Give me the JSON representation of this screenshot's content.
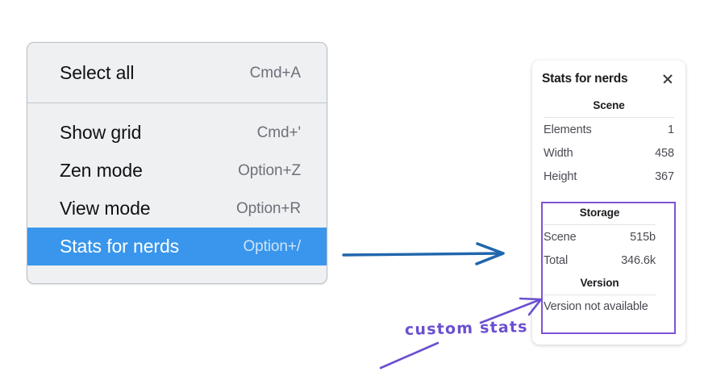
{
  "menu": {
    "groups": [
      {
        "items": [
          {
            "label": "Select all",
            "shortcut": "Cmd+A",
            "selected": false
          }
        ]
      },
      {
        "items": [
          {
            "label": "Show grid",
            "shortcut": "Cmd+'",
            "selected": false
          },
          {
            "label": "Zen mode",
            "shortcut": "Option+Z",
            "selected": false
          },
          {
            "label": "View mode",
            "shortcut": "Option+R",
            "selected": false
          },
          {
            "label": "Stats for nerds",
            "shortcut": "Option+/",
            "selected": true
          }
        ]
      }
    ],
    "highlight_color": "#3996ec",
    "background_color": "#eef0f2"
  },
  "stats_panel": {
    "title": "Stats for nerds",
    "close_icon": "close-icon",
    "scene": {
      "section_title": "Scene",
      "rows": [
        {
          "key": "Elements",
          "value": "1"
        },
        {
          "key": "Width",
          "value": "458"
        },
        {
          "key": "Height",
          "value": "367"
        }
      ]
    },
    "storage": {
      "section_title": "Storage",
      "rows": [
        {
          "key": "Scene",
          "value": "515b"
        },
        {
          "key": "Total",
          "value": "346.6k"
        }
      ]
    },
    "version": {
      "section_title": "Version",
      "text": "Version not available"
    },
    "highlight_color": "#7b54d4"
  },
  "annotations": {
    "custom_stats_label": "custom stats",
    "blue_arrow_color": "#2166ac",
    "purple_color": "#6b4fd0"
  }
}
